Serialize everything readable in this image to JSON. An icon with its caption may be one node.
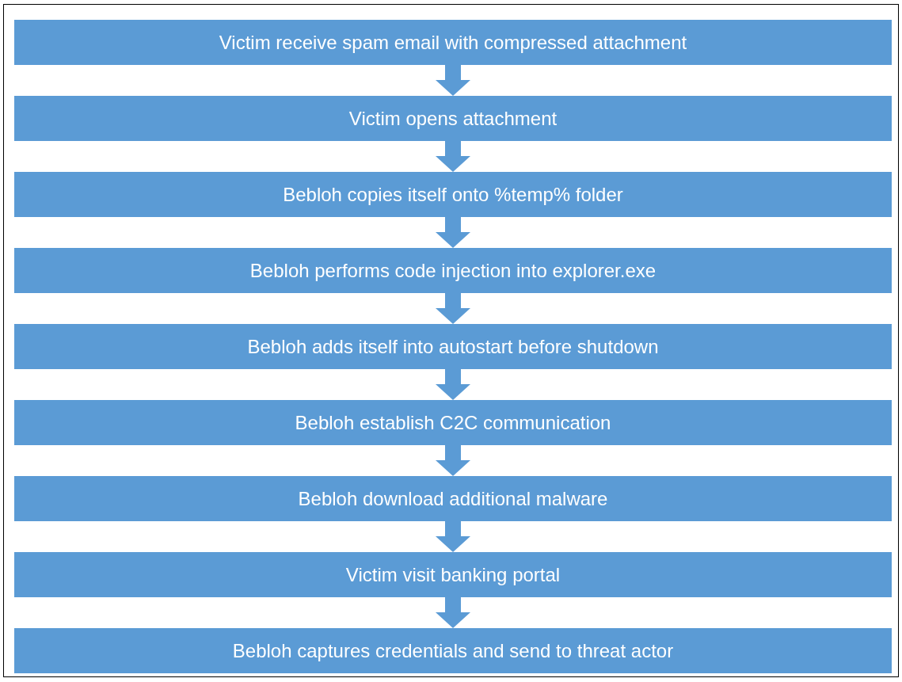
{
  "diagram": {
    "nodes": [
      {
        "text": [
          "Victim receive spam email with compressed attachment"
        ]
      },
      {
        "text": [
          "Victim opens attachment"
        ]
      },
      {
        "text": [
          "Bebloh copies itself onto %temp% folder"
        ]
      },
      {
        "text": [
          "Bebloh performs code injection into explorer.exe"
        ]
      },
      {
        "text": [
          "Bebloh adds itself into autostart before shutdown"
        ]
      },
      {
        "text": [
          "Bebloh establish C2C communication"
        ]
      },
      {
        "text": [
          "Bebloh download additional malware"
        ]
      },
      {
        "text": [
          "Victim visit banking portal"
        ]
      },
      {
        "text": [
          "Bebloh captures credentials and send to threat actor"
        ]
      }
    ],
    "edges": [
      {
        "from": 0,
        "to": 1,
        "arrow": "to"
      },
      {
        "from": 1,
        "to": 2,
        "arrow": "to"
      },
      {
        "from": 2,
        "to": 3,
        "arrow": "to"
      },
      {
        "from": 3,
        "to": 4,
        "arrow": "to"
      },
      {
        "from": 4,
        "to": 5,
        "arrow": "to"
      },
      {
        "from": 5,
        "to": 6,
        "arrow": "to"
      },
      {
        "from": 6,
        "to": 7,
        "arrow": "to"
      },
      {
        "from": 7,
        "to": 8,
        "arrow": "to"
      }
    ]
  }
}
